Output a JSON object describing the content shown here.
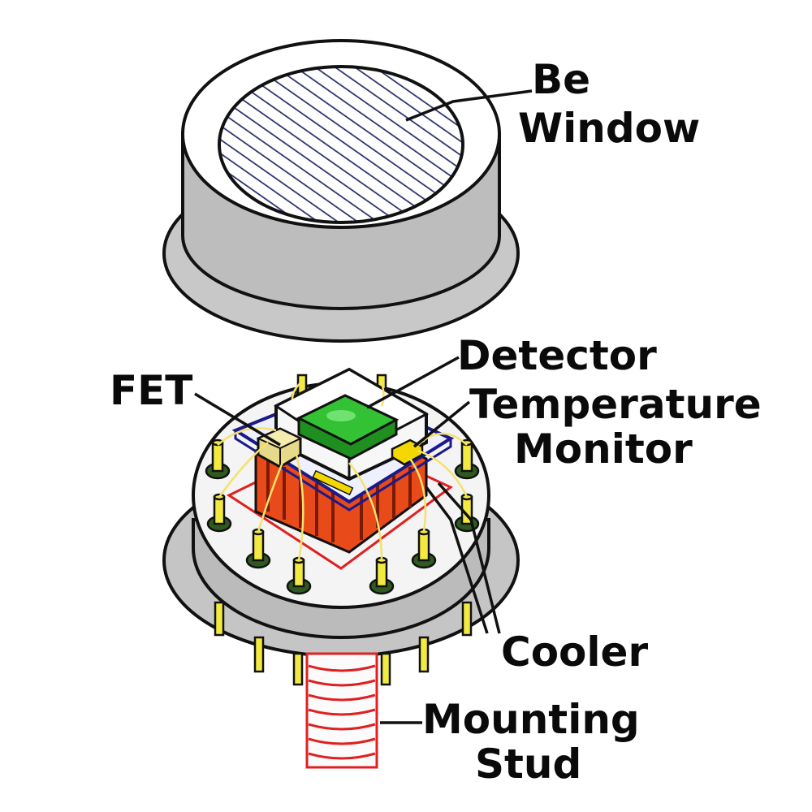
{
  "labels": {
    "be_window_line1": "Be",
    "be_window_line2": "Window",
    "detector": "Detector",
    "temp_monitor_line1": "Temperature",
    "temp_monitor_line2": "Monitor",
    "fet": "FET",
    "cooler": "Cooler",
    "mounting_stud_line1": "Mounting",
    "mounting_stud_line2": "Stud"
  },
  "colors": {
    "window_hatch": "#2a2f6a",
    "detector_chip": "#33c233",
    "cooler": "#e84a1a",
    "pins": "#f2ea40",
    "stud": "#e02020",
    "gray_body": "#c9c9c9",
    "bond_wires": "#f5e26a"
  }
}
